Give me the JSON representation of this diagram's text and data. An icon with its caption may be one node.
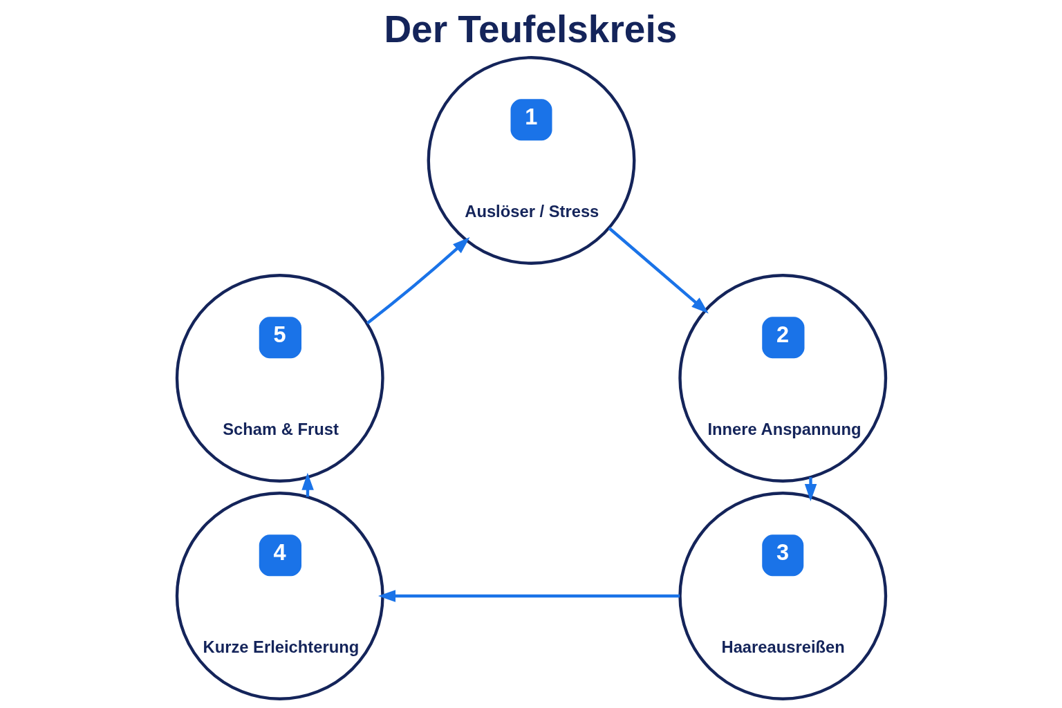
{
  "diagram": {
    "title": "Der Teufelskreis",
    "nodes": [
      {
        "text": [
          "1",
          "Auslöser / Stress"
        ]
      },
      {
        "text": [
          "2",
          "Innere Anspannung"
        ]
      },
      {
        "text": [
          "3",
          "Haareausreißen"
        ]
      },
      {
        "text": [
          "4",
          "Kurze Erleichterung"
        ]
      },
      {
        "text": [
          "5",
          "Scham & Frust"
        ]
      }
    ],
    "edges": [
      {
        "from": 0,
        "to": 1,
        "arrow": "to"
      },
      {
        "from": 1,
        "to": 2,
        "arrow": "to"
      },
      {
        "from": 2,
        "to": 3,
        "arrow": "to"
      },
      {
        "from": 3,
        "to": 4,
        "arrow": "to"
      },
      {
        "from": 4,
        "to": 0,
        "arrow": "to"
      }
    ]
  }
}
